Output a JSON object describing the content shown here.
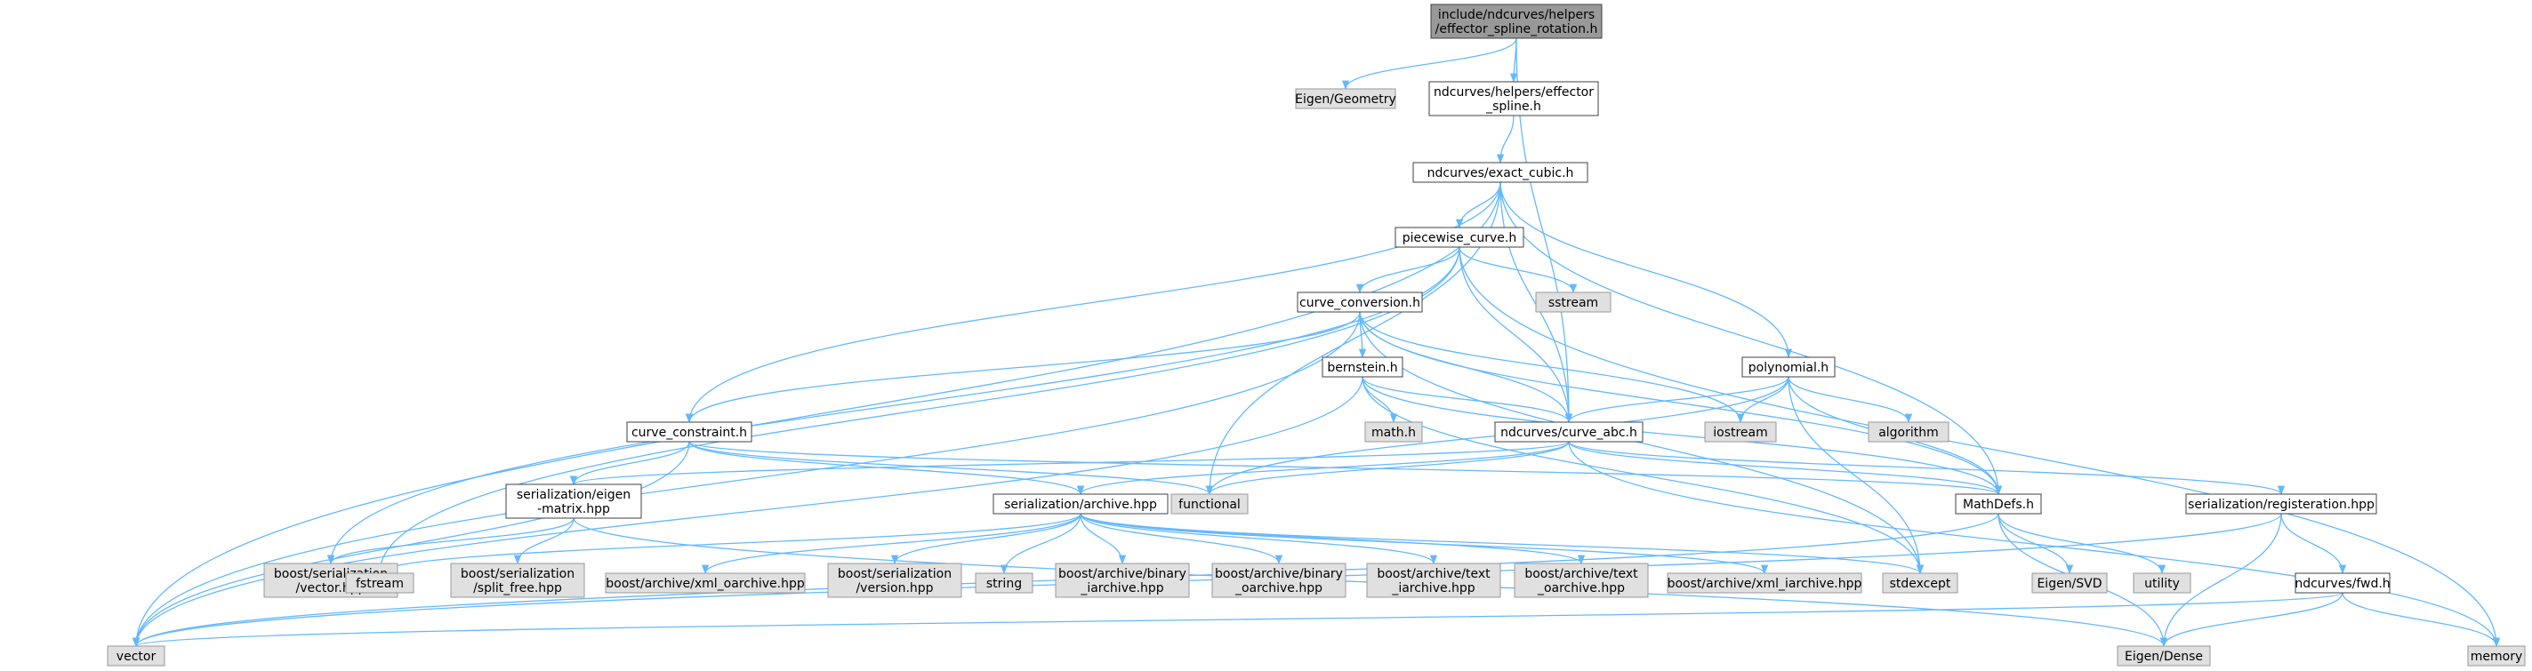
{
  "colors": {
    "edge": "#63b8ff",
    "root_fill": "#999999",
    "documented_fill": "#ffffff",
    "external_fill": "#e0e0e0",
    "border": "#404040"
  },
  "nodes": [
    {
      "id": "root",
      "kind": "root",
      "lines": [
        "include/ndcurves/helpers",
        "/effector_spline_rotation.h"
      ]
    },
    {
      "id": "eigen-geometry",
      "kind": "ext",
      "lines": [
        "Eigen/Geometry"
      ]
    },
    {
      "id": "effector-spline",
      "kind": "doc",
      "lines": [
        "ndcurves/helpers/effector",
        "_spline.h"
      ]
    },
    {
      "id": "exact-cubic",
      "kind": "doc",
      "lines": [
        "ndcurves/exact_cubic.h"
      ]
    },
    {
      "id": "piecewise-curve",
      "kind": "doc",
      "lines": [
        "piecewise_curve.h"
      ]
    },
    {
      "id": "sstream",
      "kind": "ext",
      "lines": [
        "sstream"
      ]
    },
    {
      "id": "curve-conversion",
      "kind": "doc",
      "lines": [
        "curve_conversion.h"
      ]
    },
    {
      "id": "bernstein",
      "kind": "doc",
      "lines": [
        "bernstein.h"
      ]
    },
    {
      "id": "polynomial",
      "kind": "doc",
      "lines": [
        "polynomial.h"
      ]
    },
    {
      "id": "curve-constraint",
      "kind": "doc",
      "lines": [
        "curve_constraint.h"
      ]
    },
    {
      "id": "math-h",
      "kind": "ext",
      "lines": [
        "math.h"
      ]
    },
    {
      "id": "curve-abc",
      "kind": "doc",
      "lines": [
        "ndcurves/curve_abc.h"
      ]
    },
    {
      "id": "iostream",
      "kind": "ext",
      "lines": [
        "iostream"
      ]
    },
    {
      "id": "algorithm",
      "kind": "ext",
      "lines": [
        "algorithm"
      ]
    },
    {
      "id": "serialization-eigen",
      "kind": "doc",
      "lines": [
        "serialization/eigen",
        "-matrix.hpp"
      ]
    },
    {
      "id": "functional",
      "kind": "ext",
      "lines": [
        "functional"
      ]
    },
    {
      "id": "serialization-archive",
      "kind": "doc",
      "lines": [
        "serialization/archive.hpp"
      ]
    },
    {
      "id": "mathdefs",
      "kind": "doc",
      "lines": [
        "MathDefs.h"
      ]
    },
    {
      "id": "serialization-registeration",
      "kind": "doc",
      "lines": [
        "serialization/registeration.hpp"
      ]
    },
    {
      "id": "boost-ser-vector",
      "kind": "ext",
      "lines": [
        "boost/serialization",
        "/vector.hpp"
      ]
    },
    {
      "id": "fstream",
      "kind": "ext",
      "lines": [
        "fstream"
      ]
    },
    {
      "id": "boost-ser-split-free",
      "kind": "ext",
      "lines": [
        "boost/serialization",
        "/split_free.hpp"
      ]
    },
    {
      "id": "boost-xml-oarchive",
      "kind": "ext",
      "lines": [
        "boost/archive/xml_oarchive.hpp"
      ]
    },
    {
      "id": "boost-ser-version",
      "kind": "ext",
      "lines": [
        "boost/serialization",
        "/version.hpp"
      ]
    },
    {
      "id": "string",
      "kind": "ext",
      "lines": [
        "string"
      ]
    },
    {
      "id": "boost-binary-iarchive",
      "kind": "ext",
      "lines": [
        "boost/archive/binary",
        "_iarchive.hpp"
      ]
    },
    {
      "id": "boost-binary-oarchive",
      "kind": "ext",
      "lines": [
        "boost/archive/binary",
        "_oarchive.hpp"
      ]
    },
    {
      "id": "boost-text-iarchive",
      "kind": "ext",
      "lines": [
        "boost/archive/text",
        "_iarchive.hpp"
      ]
    },
    {
      "id": "boost-text-oarchive",
      "kind": "ext",
      "lines": [
        "boost/archive/text",
        "_oarchive.hpp"
      ]
    },
    {
      "id": "boost-xml-iarchive",
      "kind": "ext",
      "lines": [
        "boost/archive/xml_iarchive.hpp"
      ]
    },
    {
      "id": "stdexcept",
      "kind": "ext",
      "lines": [
        "stdexcept"
      ]
    },
    {
      "id": "eigen-svd",
      "kind": "ext",
      "lines": [
        "Eigen/SVD"
      ]
    },
    {
      "id": "utility",
      "kind": "ext",
      "lines": [
        "utility"
      ]
    },
    {
      "id": "ndcurves-fwd",
      "kind": "doc",
      "lines": [
        "ndcurves/fwd.h"
      ]
    },
    {
      "id": "vector",
      "kind": "ext",
      "lines": [
        "vector"
      ]
    },
    {
      "id": "eigen-dense",
      "kind": "ext",
      "lines": [
        "Eigen/Dense"
      ]
    },
    {
      "id": "memory",
      "kind": "ext",
      "lines": [
        "memory"
      ]
    }
  ],
  "edges": [
    [
      "root",
      "eigen-geometry"
    ],
    [
      "root",
      "effector-spline"
    ],
    [
      "root",
      "curve-abc"
    ],
    [
      "effector-spline",
      "exact-cubic"
    ],
    [
      "exact-cubic",
      "vector"
    ],
    [
      "exact-cubic",
      "curve-constraint"
    ],
    [
      "exact-cubic",
      "functional"
    ],
    [
      "exact-cubic",
      "piecewise-curve"
    ],
    [
      "exact-cubic",
      "curve-abc"
    ],
    [
      "exact-cubic",
      "polynomial"
    ],
    [
      "exact-cubic",
      "mathdefs"
    ],
    [
      "piecewise-curve",
      "boost-ser-vector"
    ],
    [
      "piecewise-curve",
      "fstream"
    ],
    [
      "piecewise-curve",
      "curve-conversion"
    ],
    [
      "piecewise-curve",
      "sstream"
    ],
    [
      "piecewise-curve",
      "curve-abc"
    ],
    [
      "piecewise-curve",
      "memory"
    ],
    [
      "curve-conversion",
      "vector"
    ],
    [
      "curve-conversion",
      "curve-constraint"
    ],
    [
      "curve-conversion",
      "bernstein"
    ],
    [
      "curve-conversion",
      "curve-abc"
    ],
    [
      "curve-conversion",
      "iostream"
    ],
    [
      "curve-conversion",
      "stdexcept"
    ],
    [
      "curve-conversion",
      "mathdefs"
    ],
    [
      "bernstein",
      "vector"
    ],
    [
      "bernstein",
      "math-h"
    ],
    [
      "bernstein",
      "curve-abc"
    ],
    [
      "bernstein",
      "stdexcept"
    ],
    [
      "bernstein",
      "mathdefs"
    ],
    [
      "polynomial",
      "curve-abc"
    ],
    [
      "polynomial",
      "iostream"
    ],
    [
      "polynomial",
      "algorithm"
    ],
    [
      "polynomial",
      "functional"
    ],
    [
      "polynomial",
      "stdexcept"
    ],
    [
      "polynomial",
      "mathdefs"
    ],
    [
      "curve-constraint",
      "serialization-eigen"
    ],
    [
      "curve-constraint",
      "functional"
    ],
    [
      "curve-constraint",
      "serialization-archive"
    ],
    [
      "curve-constraint",
      "mathdefs"
    ],
    [
      "curve-constraint",
      "vector"
    ],
    [
      "curve-abc",
      "serialization-archive"
    ],
    [
      "curve-abc",
      "serialization-eigen"
    ],
    [
      "curve-abc",
      "functional"
    ],
    [
      "curve-abc",
      "mathdefs"
    ],
    [
      "curve-abc",
      "serialization-registeration"
    ],
    [
      "curve-abc",
      "memory"
    ],
    [
      "serialization-eigen",
      "boost-ser-vector"
    ],
    [
      "serialization-eigen",
      "boost-ser-split-free"
    ],
    [
      "serialization-eigen",
      "eigen-dense"
    ],
    [
      "serialization-archive",
      "fstream"
    ],
    [
      "serialization-archive",
      "boost-xml-oarchive"
    ],
    [
      "serialization-archive",
      "boost-ser-version"
    ],
    [
      "serialization-archive",
      "string"
    ],
    [
      "serialization-archive",
      "boost-binary-iarchive"
    ],
    [
      "serialization-archive",
      "boost-binary-oarchive"
    ],
    [
      "serialization-archive",
      "boost-text-iarchive"
    ],
    [
      "serialization-archive",
      "boost-text-oarchive"
    ],
    [
      "serialization-archive",
      "boost-xml-iarchive"
    ],
    [
      "serialization-archive",
      "stdexcept"
    ],
    [
      "mathdefs",
      "eigen-svd"
    ],
    [
      "mathdefs",
      "utility"
    ],
    [
      "mathdefs",
      "eigen-dense"
    ],
    [
      "mathdefs",
      "vector"
    ],
    [
      "serialization-registeration",
      "ndcurves-fwd"
    ],
    [
      "serialization-registeration",
      "eigen-dense"
    ],
    [
      "serialization-registeration",
      "vector"
    ],
    [
      "ndcurves-fwd",
      "vector"
    ],
    [
      "ndcurves-fwd",
      "eigen-dense"
    ],
    [
      "ndcurves-fwd",
      "memory"
    ]
  ]
}
